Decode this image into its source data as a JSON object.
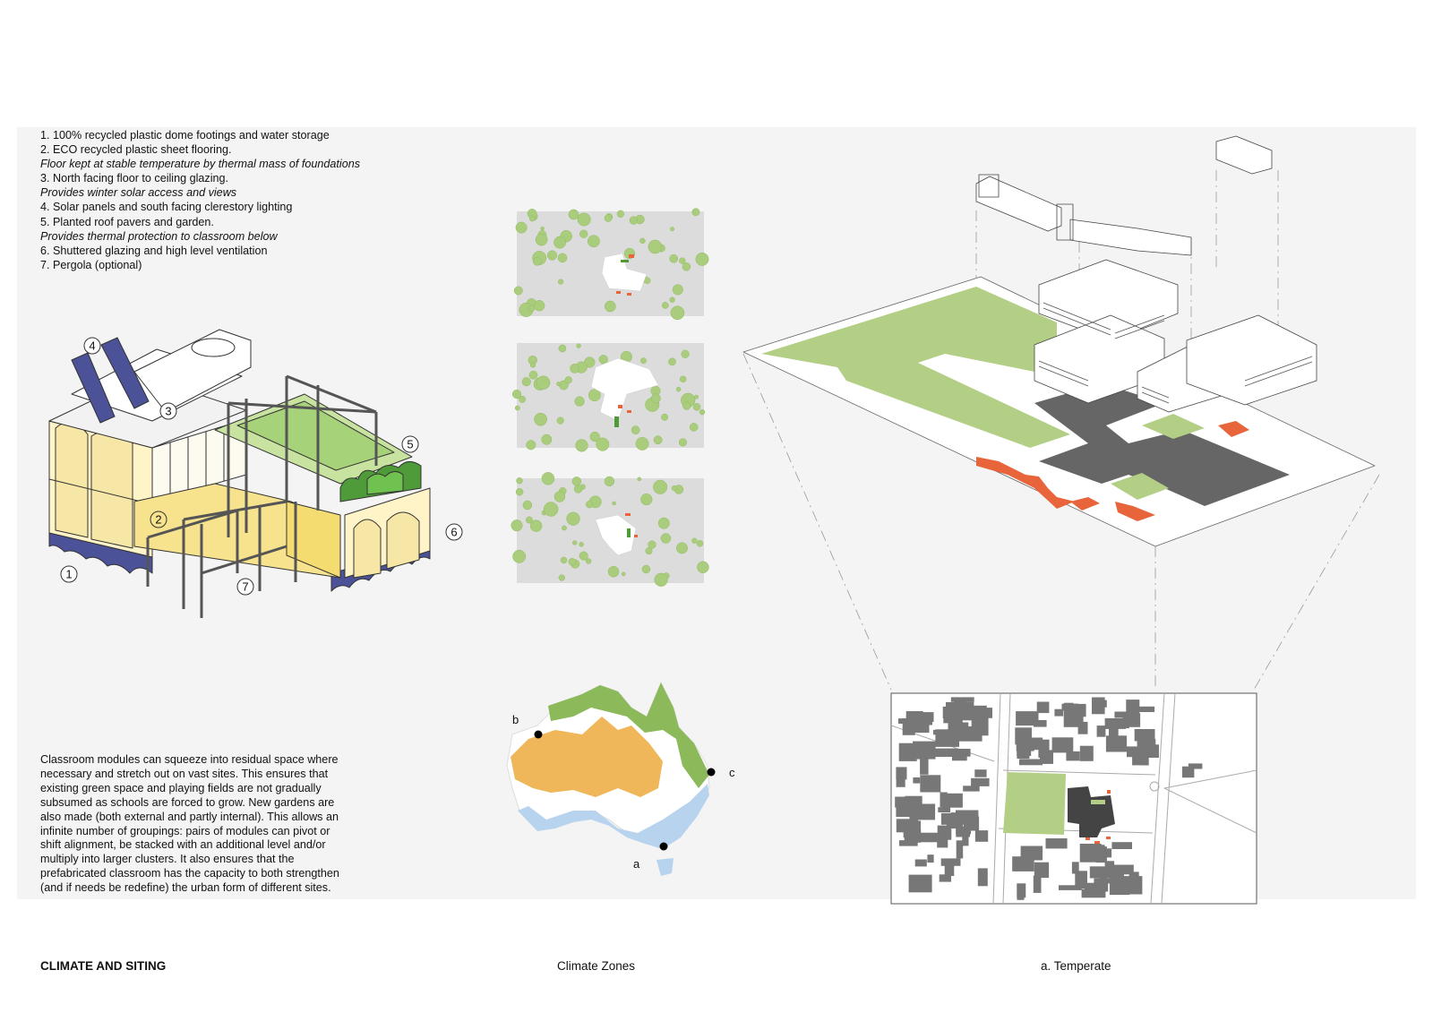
{
  "legend": {
    "items": [
      {
        "text": "1. 100% recycled plastic dome footings and water storage",
        "italic": false
      },
      {
        "text": "2. ECO recycled plastic sheet flooring.",
        "italic": false
      },
      {
        "text": "Floor kept at stable temperature by thermal mass of foundations",
        "italic": true
      },
      {
        "text": "3. North facing floor to ceiling glazing.",
        "italic": false
      },
      {
        "text": "Provides winter solar access and views",
        "italic": true
      },
      {
        "text": "4. Solar panels and south facing clerestory lighting",
        "italic": false
      },
      {
        "text": "5. Planted roof pavers and garden.",
        "italic": false
      },
      {
        "text": "Provides thermal protection to classroom below",
        "italic": true
      },
      {
        "text": "6. Shuttered glazing and high level ventilation",
        "italic": false
      },
      {
        "text": "7. Pergola (optional)",
        "italic": false
      }
    ]
  },
  "callouts": [
    "1",
    "2",
    "3",
    "4",
    "5",
    "6",
    "7"
  ],
  "paragraph": {
    "lines": [
      "Classroom modules can squeeze into residual space where",
      "necessary and stretch out on vast sites. This ensures that",
      "existing green space and playing fields are not gradually",
      "subsumed as schools are forced to grow. New gardens are",
      "also made (both external and partly internal).  This allows an",
      "infinite number of groupings: pairs of modules can pivot or",
      "shift alignment, be stacked with an additional level and/or",
      "multiply into larger clusters. It also ensures that the",
      "prefabricated classroom has the capacity to both strengthen",
      "(and if needs be redefine) the urban form of different sites."
    ]
  },
  "map": {
    "points": [
      {
        "label": "a"
      },
      {
        "label": "b"
      },
      {
        "label": "c"
      }
    ]
  },
  "captions": {
    "left": "CLIMATE AND SITING",
    "middle": "Climate Zones",
    "right": "a. Temperate"
  },
  "colors": {
    "panel": "#f4f4f4",
    "grass": "#b3cf86",
    "tree": "#a9cd7c",
    "building_dark": "#666666",
    "building_orange": "#e8643a",
    "solar_panel": "#4b5297",
    "yellow": "#f5e08a",
    "arid": "#efb65a",
    "tropical": "#8cb95a",
    "temperate": "#b8d3ee"
  }
}
